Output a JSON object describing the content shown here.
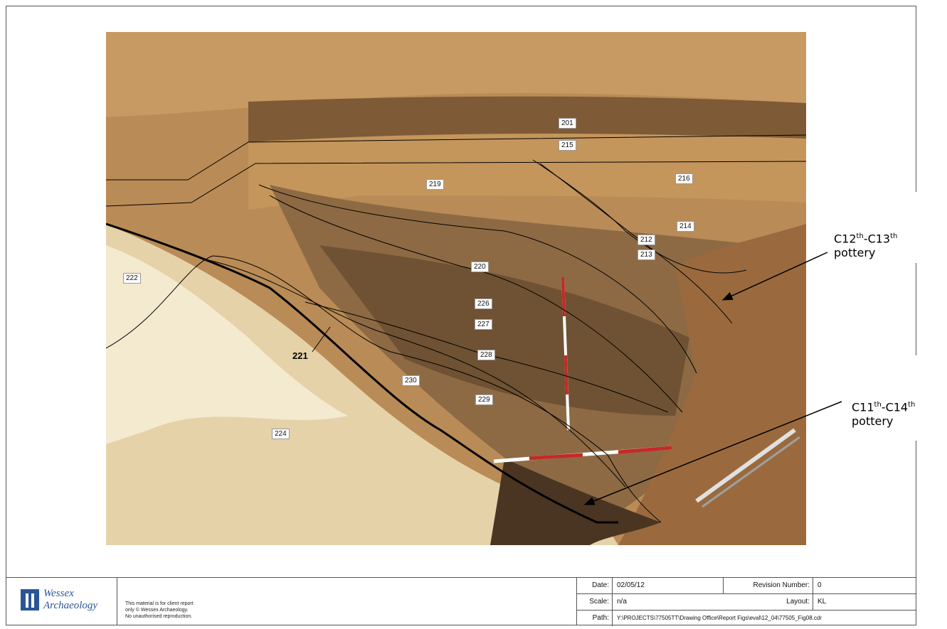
{
  "photo_labels": {
    "l201": "201",
    "l215": "215",
    "l216": "216",
    "l219": "219",
    "l214": "214",
    "l212": "212",
    "l213": "213",
    "l220": "220",
    "l222": "222",
    "l226": "226",
    "l227": "227",
    "l228": "228",
    "l221": "221",
    "l230": "230",
    "l229": "229",
    "l224": "224"
  },
  "callouts": {
    "upper": {
      "c1": "C12",
      "sup1": "th",
      "dash": "-C13",
      "sup2": "th",
      "word": "pottery"
    },
    "lower": {
      "c1": "C11",
      "sup1": "th",
      "dash": "-C14",
      "sup2": "th",
      "word": "pottery"
    }
  },
  "footer": {
    "logo_line1": "Wessex",
    "logo_line2": "Archaeology",
    "copyright_1": "This material is for client report",
    "copyright_2": "only © Wessex Archaeology.",
    "copyright_3": "No unauthorised reproduction.",
    "date_label": "Date:",
    "date_value": "02/05/12",
    "revision_label": "Revision Number:",
    "revision_value": "0",
    "scale_label": "Scale:",
    "scale_value": "n/a",
    "layout_label": "Layout:",
    "layout_value": "KL",
    "path_label": "Path:",
    "path_value": "Y:\\PROJECTS\\77505TT\\Drawing Office\\Report Figs\\eval\\12_04\\77505_Fig08.cdr"
  },
  "colors": {
    "logo_blue": "#2a5597",
    "scale_red": "#c62828"
  }
}
